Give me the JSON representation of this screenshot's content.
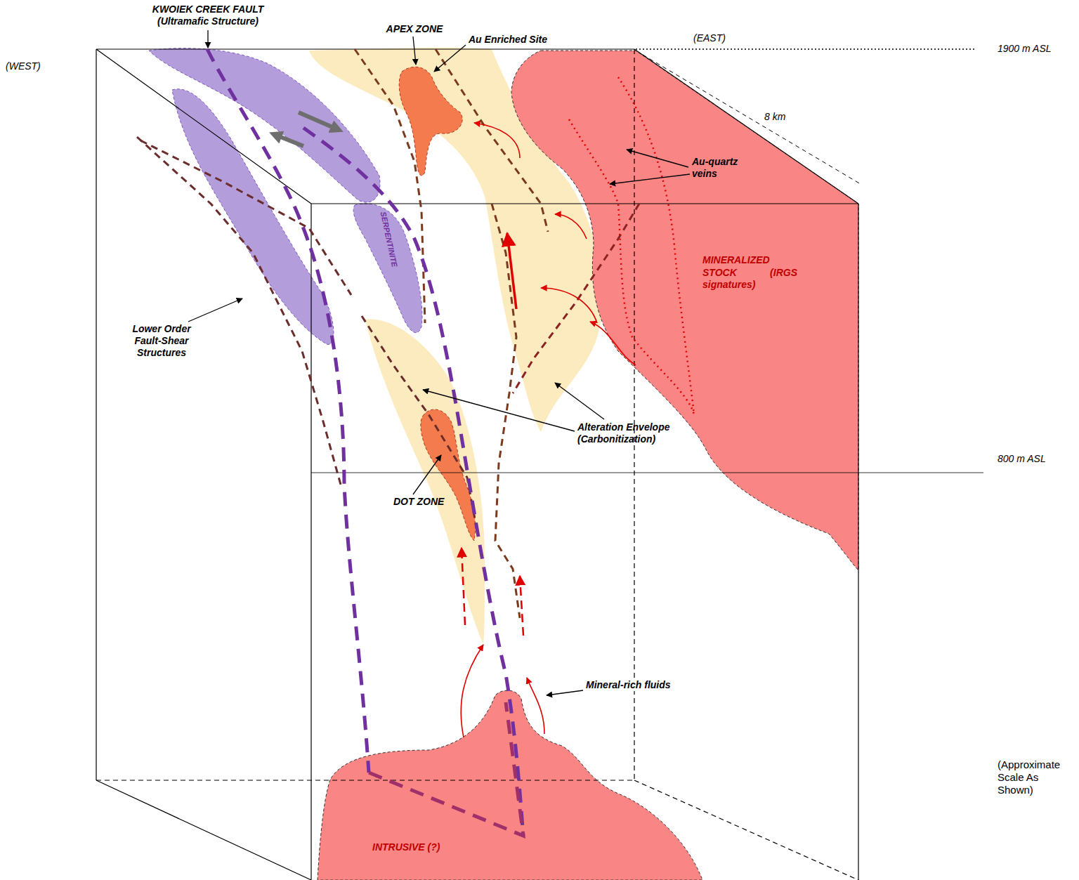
{
  "diagram": {
    "nodes": [
      {
        "text": [
          "MINERALIZED STOCK (IRGS signatures)"
        ]
      },
      {
        "text": [
          "SERPENTINITE"
        ]
      },
      {
        "text": [
          "INTRUSIVE (?)"
        ]
      }
    ],
    "labels": [
      "(WEST)",
      "KWOIEK CREEK FAULT (Ultramafic Structure)",
      "APEX ZONE",
      "Au Enriched Site",
      "(EAST)",
      "1900 m ASL",
      "8 km",
      "Au-quartz veins",
      "Lower Order Fault-Shear Structures",
      "Alteration Envelope (Carbonitization)",
      "800 m ASL",
      "DOT ZONE",
      "Mineral-rich fluids",
      "(Approximate Scale As Shown)"
    ]
  }
}
